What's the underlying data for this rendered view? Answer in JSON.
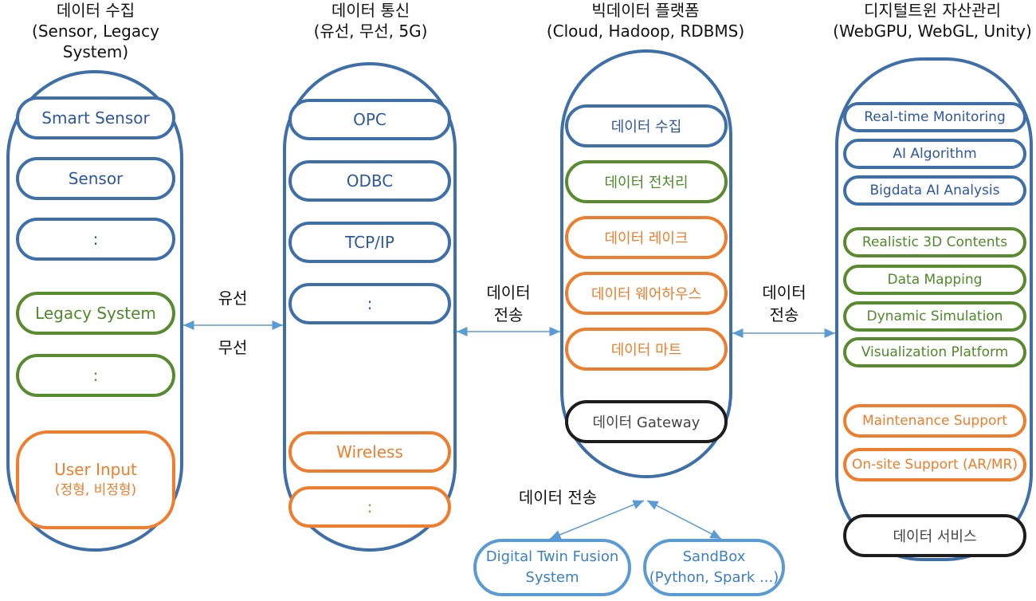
{
  "headers": [
    {
      "title": "데이터 수집",
      "subtitle": "(Sensor, Legacy System)"
    },
    {
      "title": "데이터 통신",
      "subtitle": "(유선, 무선, 5G)"
    },
    {
      "title": "빅데이터 플랫폼",
      "subtitle": "(Cloud, Hadoop, RDBMS)"
    },
    {
      "title": "디지털트윈 자산관리",
      "subtitle": "(WebGPU, WebGL, Unity)"
    }
  ],
  "col1": {
    "items": [
      "Smart Sensor",
      "Sensor",
      ":",
      "Legacy System",
      ":"
    ],
    "user_input": "User Input",
    "user_input_sub": "(정형, 비정형)"
  },
  "col2": {
    "items": [
      "OPC",
      "ODBC",
      "TCP/IP",
      ":",
      "Wireless",
      ":"
    ]
  },
  "col3": {
    "items": [
      "데이터 수집",
      "데이터 전처리",
      "데이터 레이크",
      "데이터 웨어하우스",
      "데이터 마트",
      "데이터 Gateway"
    ]
  },
  "col4": {
    "items": [
      "Real-time Monitoring",
      "AI Algorithm",
      "Bigdata AI Analysis",
      "Realistic 3D Contents",
      "Data Mapping",
      "Dynamic Simulation",
      "Visualization Platform",
      "Maintenance Support",
      "On-site Support (AR/MR)",
      "데이터 서비스"
    ]
  },
  "connectors": {
    "wired": "유선",
    "wireless": "무선",
    "transfer1_line1": "데이터",
    "transfer1_line2": "전송",
    "transfer2_line1": "데이터",
    "transfer2_line2": "전송",
    "transfer_bottom": "데이터 전송"
  },
  "bottom": {
    "twin_line1": "Digital Twin Fusion",
    "twin_line2": "System",
    "sandbox_line1": "SandBox",
    "sandbox_line2": "(Python, Spark ...)"
  },
  "colors": {
    "blue": "#3f6fa8",
    "green": "#5a8a2e",
    "orange": "#ef7d2c",
    "black": "#1d1d1d",
    "arrow": "#5b9bd5"
  }
}
